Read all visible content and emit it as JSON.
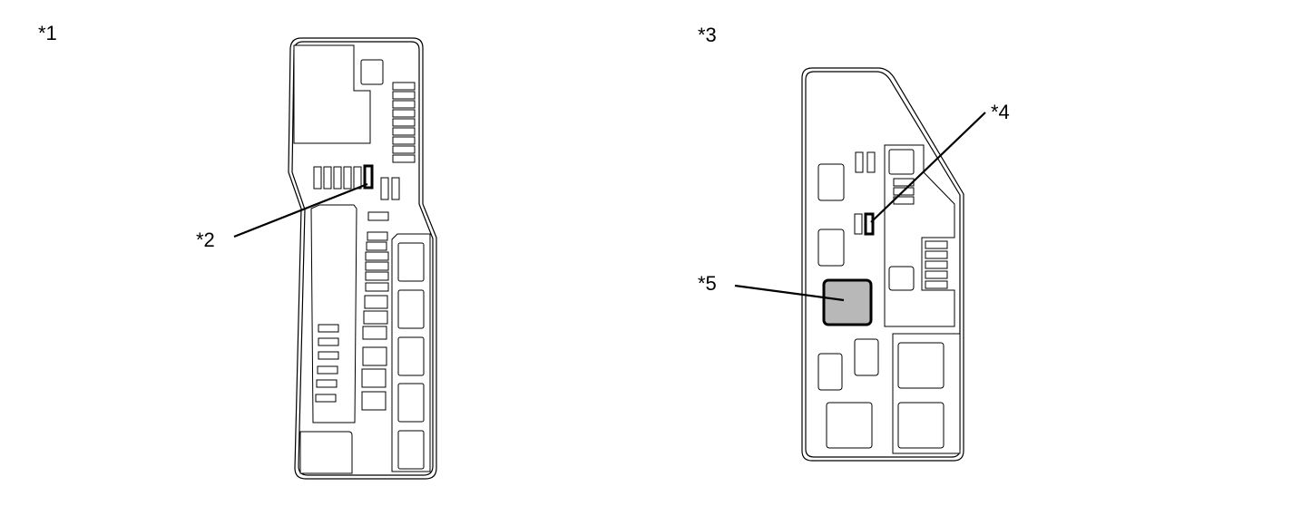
{
  "callouts": {
    "c1": "*1",
    "c2": "*2",
    "c3": "*3",
    "c4": "*4",
    "c5": "*5"
  },
  "colors": {
    "highlight_fill": "#b8b8b8",
    "line": "#000000"
  }
}
